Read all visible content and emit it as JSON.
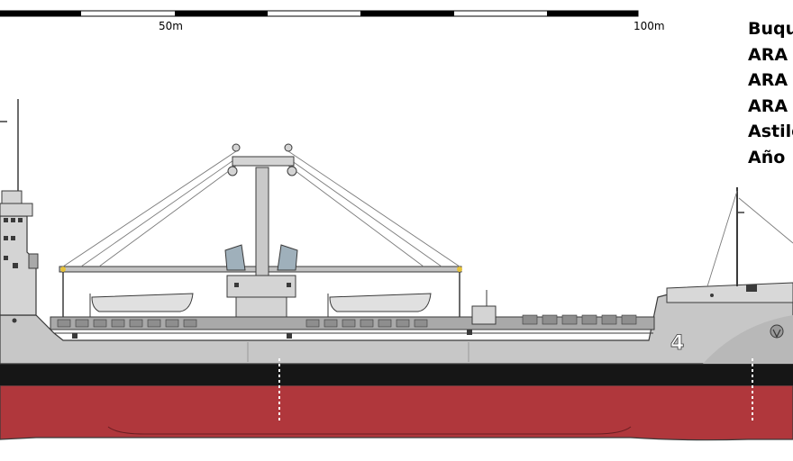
{
  "scale": {
    "label_mid": "50m",
    "label_end": "100m"
  },
  "info": {
    "lines": [
      "Buqu",
      "ARA",
      "ARA",
      "ARA",
      "Astile",
      "Año"
    ]
  },
  "ship": {
    "hull_number": "4"
  },
  "colors": {
    "hull_red": "#b0373c",
    "boot_top": "#161616",
    "superstructure": "#d4d4d4",
    "hull_gray": "#c7c7c7",
    "deck_gray": "#a9a9a9",
    "outline": "#3a3a3a",
    "boom_accent": "#e6c23a"
  }
}
